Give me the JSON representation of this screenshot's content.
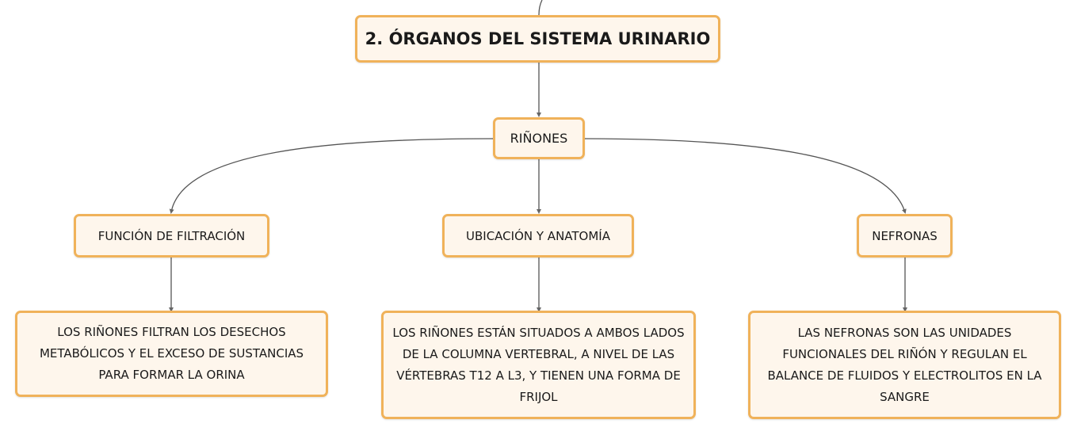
{
  "diagram": {
    "title": "2. ÓRGANOS DEL SISTEMA URINARIO",
    "root": "RIÑONES",
    "branches": [
      {
        "label": "FUNCIÓN DE FILTRACIÓN",
        "detail": "LOS RIÑONES FILTRAN LOS DESECHOS METABÓLICOS Y EL EXCESO DE SUSTANCIAS PARA FORMAR LA ORINA"
      },
      {
        "label": "UBICACIÓN Y ANATOMÍA",
        "detail": "LOS RIÑONES ESTÁN SITUADOS A AMBOS LADOS DE LA COLUMNA VERTEBRAL, A NIVEL DE LAS VÉRTEBRAS T12 A L3, Y TIENEN UNA FORMA DE FRIJOL"
      },
      {
        "label": "NEFRONAS",
        "detail": "LAS NEFRONAS SON LAS UNIDADES FUNCIONALES DEL RIÑÓN Y REGULAN EL BALANCE DE FLUIDOS Y ELECTROLITOS EN LA SANGRE"
      }
    ]
  },
  "colors": {
    "node_border": "#f0b25a",
    "node_fill": "#fef6ec",
    "connector": "#555555"
  }
}
